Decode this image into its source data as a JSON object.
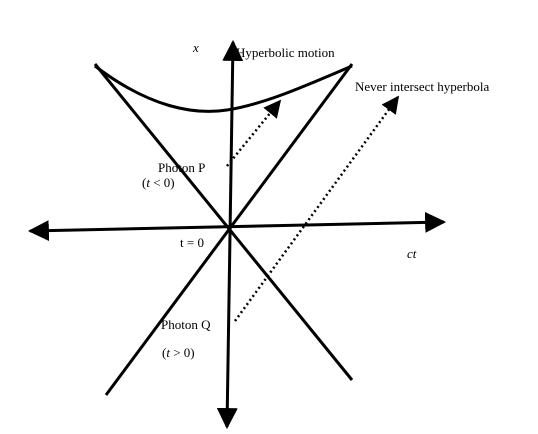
{
  "diagram": {
    "axis_x_label": "x",
    "axis_ct_label": "ct",
    "hyperbola_label": "Hyperbolic motion",
    "never_label": "Never intersect hyperbola",
    "photon_p": {
      "name": "Photon",
      "letter": "P",
      "condition_open": "(",
      "condition_var": "t",
      "condition_rest": " < 0)"
    },
    "photon_q": {
      "name": "Photon",
      "letter": "Q",
      "condition_open": "(",
      "condition_var": "t",
      "condition_rest": " > 0)"
    },
    "origin_label": "t = 0"
  },
  "colors": {
    "ink": "#000000",
    "background": "#ffffff"
  }
}
